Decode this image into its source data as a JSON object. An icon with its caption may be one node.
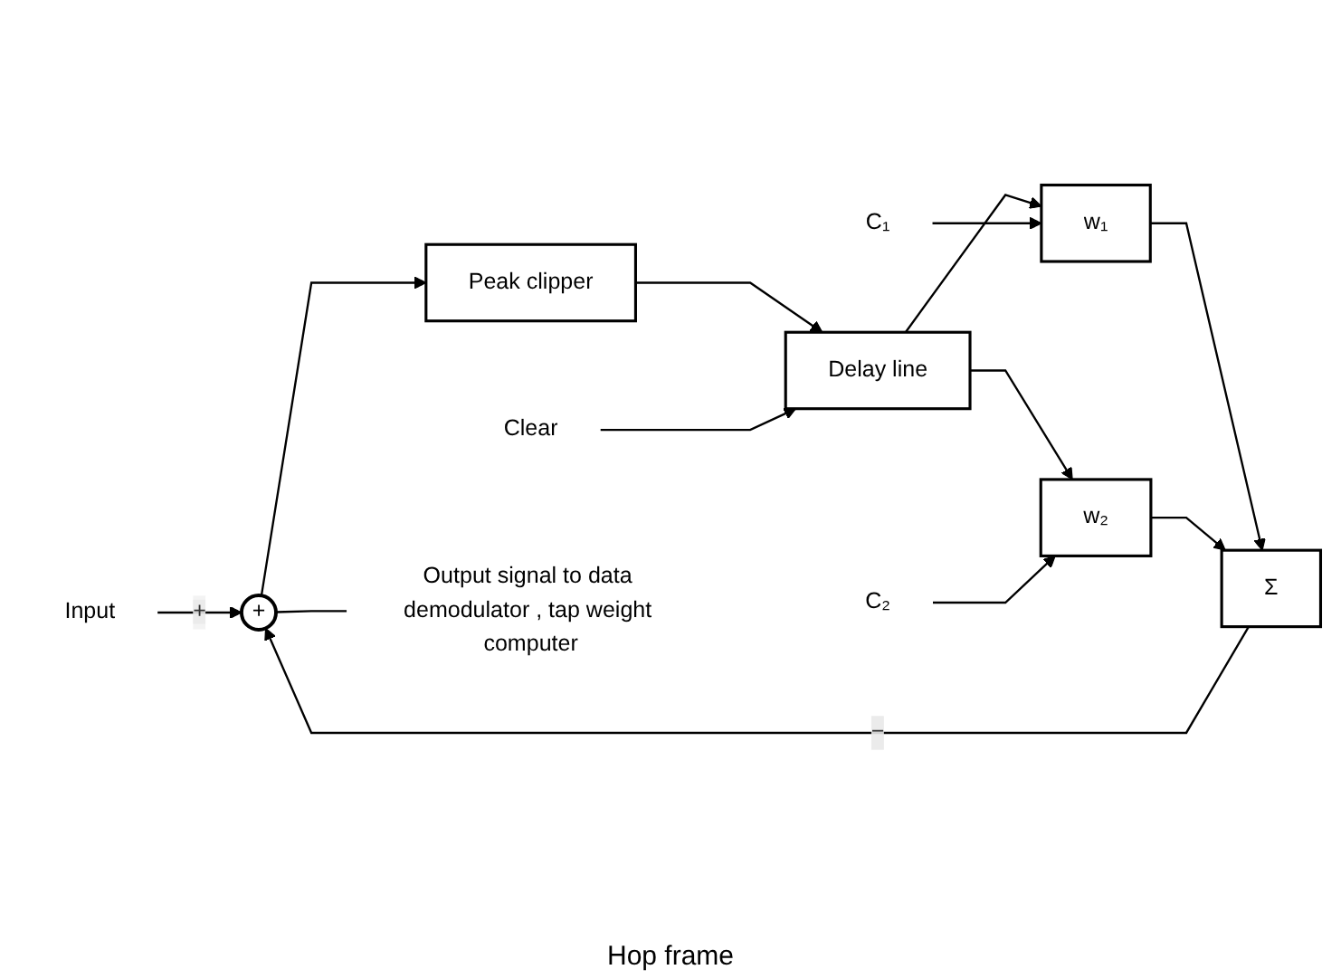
{
  "diagram": {
    "nodes": [
      {
        "text": [
          "Input"
        ]
      },
      {
        "text": [
          "+"
        ]
      },
      {
        "text": [
          "Σ"
        ]
      },
      {
        "text": [
          "w₁"
        ]
      },
      {
        "text": [
          "w₂"
        ]
      },
      {
        "text": [
          "C₁"
        ]
      },
      {
        "text": [
          "C₂"
        ]
      },
      {
        "text": [
          "Peak clipper"
        ]
      },
      {
        "text": [
          "Delay line"
        ]
      },
      {
        "text": [
          "Clear"
        ]
      },
      {
        "text": [
          "Output signal to data demodulator , tap weight computer"
        ]
      }
    ],
    "edges": [
      {
        "from": 0,
        "to": 1,
        "arrow": "to",
        "label": "+"
      },
      {
        "from": 2,
        "to": 1,
        "arrow": "to",
        "label": "−"
      },
      {
        "from": 1,
        "to": 7,
        "arrow": "to"
      },
      {
        "from": 1,
        "to": 10,
        "arrow": "none"
      },
      {
        "from": 7,
        "to": 8,
        "arrow": "to"
      },
      {
        "from": 8,
        "to": 3,
        "arrow": "to"
      },
      {
        "from": 8,
        "to": 4,
        "arrow": "to"
      },
      {
        "from": 3,
        "to": 2,
        "arrow": "to"
      },
      {
        "from": 4,
        "to": 2,
        "arrow": "to"
      },
      {
        "from": 5,
        "to": 3,
        "arrow": "to"
      },
      {
        "from": 6,
        "to": 4,
        "arrow": "to"
      },
      {
        "from": 9,
        "to": 8,
        "arrow": "to"
      }
    ],
    "labels": [
      "Hop frame"
    ]
  }
}
